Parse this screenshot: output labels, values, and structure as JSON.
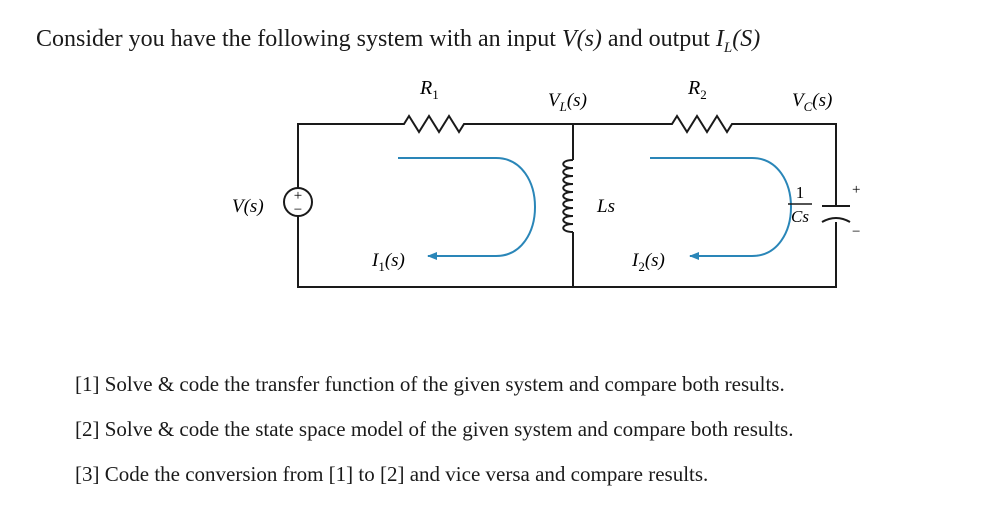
{
  "prompt": {
    "text": "Consider you have the following system with an input ",
    "input_sym": "V(s)",
    "mid": " and output ",
    "output_base": "I",
    "output_sub": "L",
    "output_arg": "(S)"
  },
  "circuit": {
    "source_label": "V(s)",
    "source_plus": "+",
    "source_minus": "−",
    "r1_base": "R",
    "r1_sub": "1",
    "r2_base": "R",
    "r2_sub": "2",
    "vl_base": "V",
    "vl_sub": "L",
    "vl_arg": "(s)",
    "vc_base": "V",
    "vc_sub": "C",
    "vc_arg": "(s)",
    "inductor_label": "Ls",
    "cap_num": "1",
    "cap_den": "Cs",
    "cap_plus": "+",
    "cap_minus": "−",
    "i1_base": "I",
    "i1_sub": "1",
    "i1_arg": "(s)",
    "i2_base": "I",
    "i2_sub": "2",
    "i2_arg": "(s)",
    "loop_color": "#2a86b8",
    "wire_color": "#1a1a1a"
  },
  "tasks": [
    "[1] Solve & code the transfer function of the given system and compare both results.",
    "[2] Solve & code the state space model of the given system and compare both results.",
    "[3] Code the conversion from [1] to [2] and vice versa and compare results."
  ]
}
